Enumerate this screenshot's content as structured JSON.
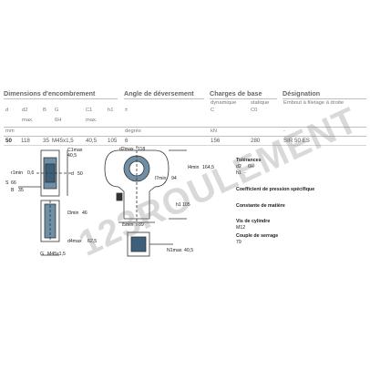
{
  "headers": {
    "dimensions": "Dimensions d'encombrement",
    "angle": "Angle de déversement",
    "charges": "Charges de base",
    "designation": "Désignation"
  },
  "subheaders": {
    "d": "d",
    "d2": "d2",
    "d2_max": "max.",
    "B": "B",
    "G": "G",
    "G_6H": "6H",
    "C1": "C1",
    "C1_max": "max.",
    "h1": "h1",
    "pm": "±",
    "dynamique": "dynamique",
    "dynamique_C": "C",
    "statique": "statique",
    "statique_C0": "C0",
    "embout": "Embout à filetage à droite"
  },
  "units": {
    "mm": "mm",
    "degres": "degrés",
    "kN": "kN",
    "dash": "-"
  },
  "row": {
    "d": "50",
    "d2": "118",
    "B": "35",
    "G": "M45x1,5",
    "C1": "40,5",
    "h1": "105",
    "angle": "6",
    "dyn": "156",
    "stat": "280",
    "designation": "SIR 50 ES"
  },
  "drawing_labels": {
    "C1max": "C1max",
    "C1max_val": "40,5",
    "r1min": "r1min",
    "r1min_val": "0,6",
    "s": "S",
    "s_val": "66",
    "b": "B",
    "b_val": "35",
    "d": "d",
    "d_val": "50",
    "l3min": "l3min",
    "l3min_val": "46",
    "d4max": "d4max",
    "d4max_val": "62,5",
    "g": "G",
    "g_val": "M45x1,5",
    "d2max": "d2max",
    "d2max_val": "118",
    "l4min": "l4min",
    "l4min_val": "164,5",
    "l7min": "l7min",
    "l7min_val": "94",
    "h1": "h1",
    "h1_val": "105",
    "l5min": "l5min",
    "l5min_val": "89",
    "n1max": "N1max",
    "n1max_val": "40,5"
  },
  "right_info": {
    "tolerances": "Tolérances",
    "d2_tol": "d2",
    "tol_6h": "6H",
    "h1_tol": "h1",
    "h1_dash": "-",
    "pression": "Coefficient de pression spécifique",
    "matiere": "Constante de matière",
    "vis": "Vis de cylindre",
    "vis_val": "M12",
    "couple": "Couple de serrage",
    "couple_val": "79"
  },
  "watermark": "123ROULEMENT"
}
